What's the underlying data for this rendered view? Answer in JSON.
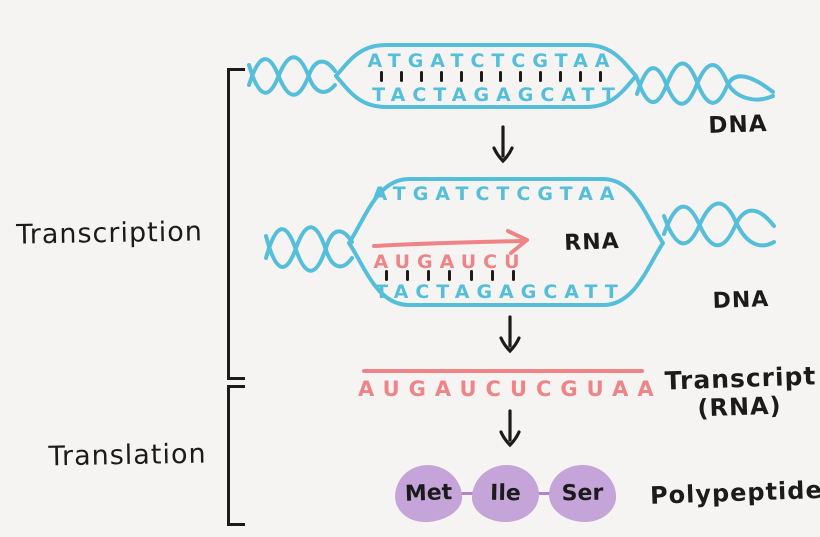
{
  "colors": {
    "background": "#f5f4f2",
    "dna_blue": "#55bedb",
    "rna_pink": "#ef8487",
    "polypeptide_purple": "#c5a4d9",
    "connector_purple": "#b184cb",
    "ink": "#1b1b1b"
  },
  "stages": {
    "transcription_label": "Transcription",
    "translation_label": "Translation"
  },
  "dna_initial": {
    "top_strand": "ATGATCTCGTAA",
    "bottom_strand": "TACTAGAGCATT",
    "label": "DNA"
  },
  "dna_transcribing": {
    "top_strand": "ATGATCTCGTAA",
    "bottom_strand": "TACTAGAGCATT",
    "rna_growing": "AUGAUCU",
    "rna_label": "RNA",
    "label": "DNA"
  },
  "transcript": {
    "sequence": "AUGAUCUCGUAA",
    "label_line1": "Transcript",
    "label_line2": "(RNA)"
  },
  "polypeptide": {
    "residues": [
      "Met",
      "Ile",
      "Ser"
    ],
    "label": "Polypeptide"
  }
}
